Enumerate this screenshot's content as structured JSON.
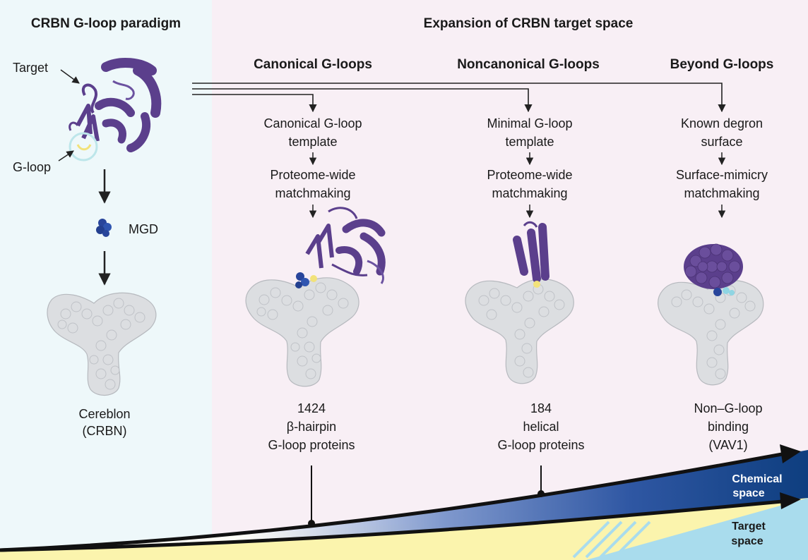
{
  "left_panel": {
    "title": "CRBN G-loop paradigm",
    "target_label": "Target",
    "gloop_label": "G-loop",
    "mgd_label": "MGD",
    "cereblon_line1": "Cereblon",
    "cereblon_line2": "(CRBN)"
  },
  "right_panel": {
    "title": "Expansion of CRBN target space"
  },
  "columns": [
    {
      "heading": "Canonical G-loops",
      "step1": [
        "Canonical G-loop",
        "template"
      ],
      "step2": [
        "Proteome-wide",
        "matchmaking"
      ],
      "result": [
        "1424",
        "β-hairpin",
        "G-loop proteins"
      ]
    },
    {
      "heading": "Noncanonical G-loops",
      "step1": [
        "Minimal G-loop",
        "template"
      ],
      "step2": [
        "Proteome-wide",
        "matchmaking"
      ],
      "result": [
        "184",
        "helical",
        "G-loop proteins"
      ]
    },
    {
      "heading": "Beyond G-loops",
      "step1": [
        "Known degron",
        "surface"
      ],
      "step2": [
        "Surface-mimicry",
        "matchmaking"
      ],
      "result": [
        "Non–G-loop",
        "binding",
        "(VAV1)"
      ]
    }
  ],
  "wedges": {
    "chemical_line1": "Chemical",
    "chemical_line2": "space",
    "target_line1": "Target",
    "target_line2": "space"
  },
  "colors": {
    "left_bg": "#eef8fa",
    "right_bg": "#f8eff5",
    "target_purple": "#5b3f8c",
    "crbn_gray": "#d8dadd",
    "mgd_blue": "#28459b",
    "gloop_yellow": "#f2e27a",
    "chemical_dark": "#0e3e7f",
    "target_light": "#a9dced",
    "yellow": "#fbf4ad"
  }
}
